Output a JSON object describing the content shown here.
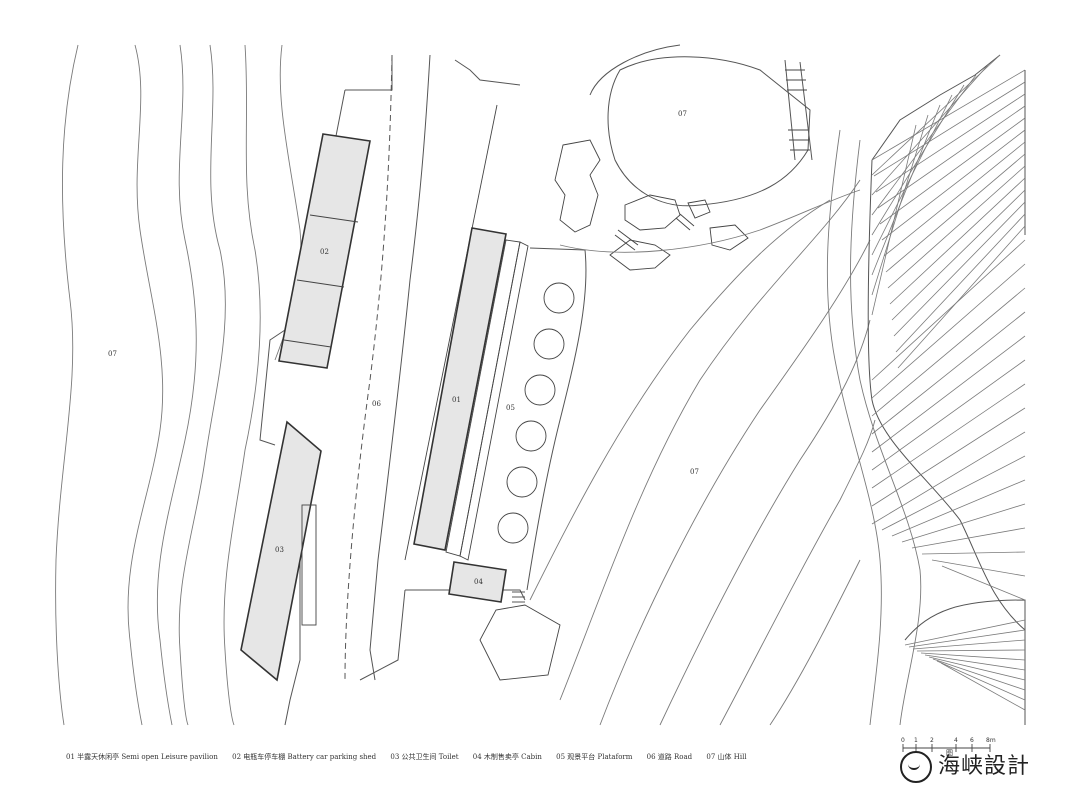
{
  "labels": {
    "pavilion": "02",
    "toilet": "03",
    "leisure": "01",
    "cabin": "04",
    "platform": "05",
    "road": "06",
    "hill_west": "07",
    "hill_north": "07",
    "hill_east": "07"
  },
  "legend": [
    "01 半露天休闲亭 Semi open Leisure pavilion",
    "02 电瓶车停车棚 Battery car parking shed",
    "03 公共卫生间 Toilet",
    "04 木制售卖亭 Cabin",
    "05 观景平台 Plataform",
    "06 道路 Road",
    "07 山体 Hill"
  ],
  "scale": {
    "ticks": [
      "0",
      "1",
      "2",
      "4",
      "6",
      "8m"
    ],
    "unit": "图"
  },
  "watermark": "海峡設計"
}
